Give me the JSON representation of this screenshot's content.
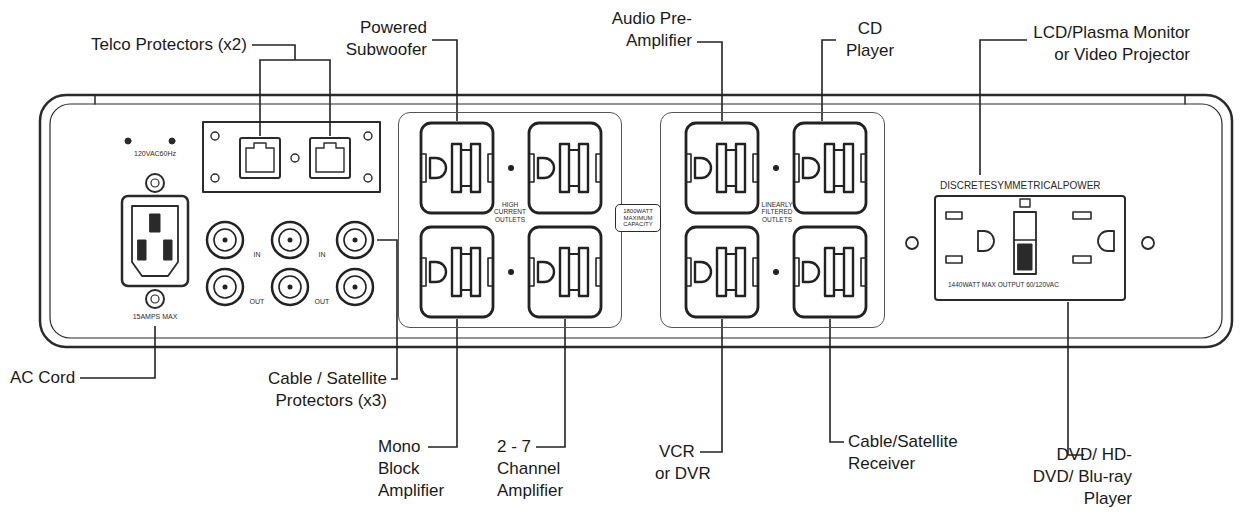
{
  "diagram": {
    "nodes": [
      {
        "text": [
          "HIGH CURRENT OUTLETS"
        ]
      },
      {
        "text": [
          "1800WATT MAXIMUM CAPACITY"
        ]
      },
      {
        "text": [
          "LINEARLY FILTERED OUTLETS"
        ]
      }
    ],
    "labels": [
      "Telco Protectors (x2)",
      "Powered Subwoofer",
      "Audio Pre-Amplifier",
      "CD Player",
      "LCD/Plasma Monitor or Video Projector",
      "120VAC60Hz",
      "15AMPS MAX",
      "IN",
      "IN",
      "OUT",
      "OUT",
      "DISCRETESYMMETRICALPOWER",
      "1440WATT MAX OUTPUT 60/120VAC",
      "AC Cord",
      "Cable / Satellite Protectors (x3)",
      "Mono Block Amplifier",
      "2 - 7 Channel Amplifier",
      "VCR or DVR",
      "Cable/Satellite Receiver",
      "DVD/ HD-DVD/ Blu-ray Player"
    ]
  }
}
